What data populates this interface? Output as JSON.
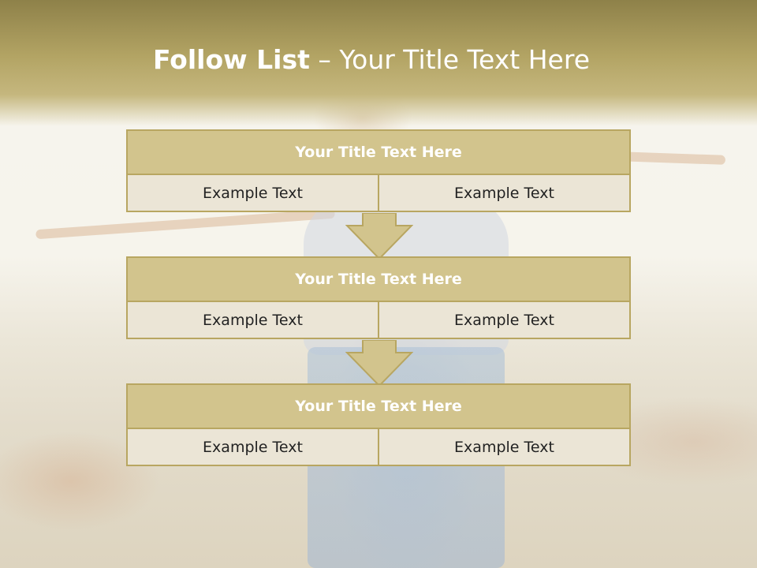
{
  "slide": {
    "title_bold": "Follow List",
    "title_separator": " – ",
    "title_rest": "Your Title Text Here"
  },
  "blocks": [
    {
      "title": "Your Title Text Here",
      "left": "Example Text",
      "right": "Example Text"
    },
    {
      "title": "Your Title Text Here",
      "left": "Example Text",
      "right": "Example Text"
    },
    {
      "title": "Your Title Text Here",
      "left": "Example Text",
      "right": "Example Text"
    }
  ],
  "colors": {
    "accent": "#b8a661",
    "header_fill": "#d2c48d",
    "cell_fill": "#ebe5d6"
  }
}
